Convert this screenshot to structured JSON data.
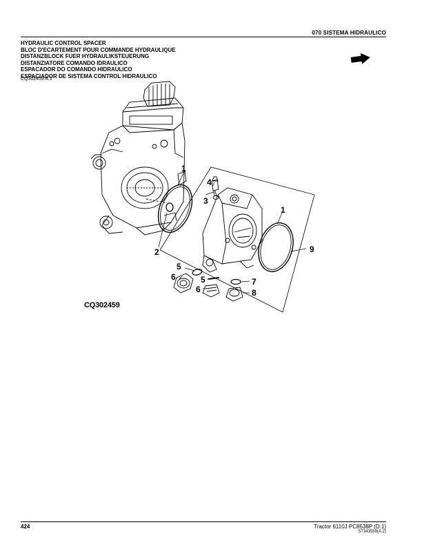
{
  "header": {
    "section": "070  SISTEMA  HIDRAULICO"
  },
  "titles": [
    "HYDRAULIC CONTROL SPACER",
    "BLOC D'ECARTEMENT POUR COMMANDE HYDRAULIQUE",
    "DISTANZBLOCK FUER HYDRAULIKSTEUERUNG",
    "DISTANZIATORE COMANDO IDRAULICO",
    "ESPACADOR DO COMANDO HIDRAULICO",
    "ESPACIADOR DE SISTEMA CONTROL HIDRAULICO"
  ],
  "illustration": {
    "ref_code": "CQ302459 A.1",
    "figure_label": "CQ302459",
    "callouts": [
      "1",
      "2",
      "1",
      "3",
      "4",
      "5",
      "5",
      "6",
      "6",
      "7",
      "8",
      "9"
    ]
  },
  "footer": {
    "page_number": "424",
    "doc_info": "Tractor 6110J    PC8538P    (D.1)",
    "doc_id": "ST343559(A.2)"
  }
}
